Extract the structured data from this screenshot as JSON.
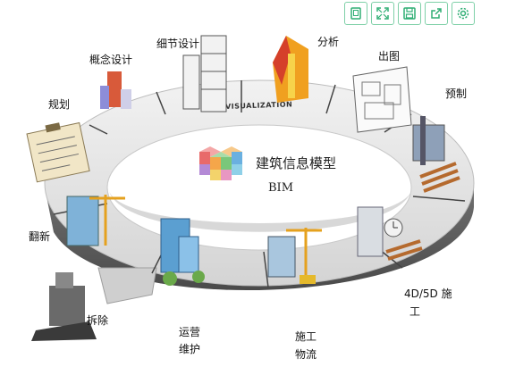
{
  "toolbar": {
    "buttons": [
      {
        "icon": "copy-icon"
      },
      {
        "icon": "expand-icon"
      },
      {
        "icon": "save-icon"
      },
      {
        "icon": "share-icon"
      },
      {
        "icon": "settings-icon"
      }
    ],
    "accent": "#2fae74"
  },
  "diagram": {
    "center_title": "建筑信息模型",
    "center_subtitle": "BIM",
    "ring_banner": "VISUALIZATION",
    "stages": [
      {
        "label": "概念设计"
      },
      {
        "label": "细节设计"
      },
      {
        "label": "分析"
      },
      {
        "label": "出图"
      },
      {
        "label": "预制"
      },
      {
        "label": "规划"
      },
      {
        "label": "翻新"
      },
      {
        "label": "拆除"
      },
      {
        "label": "运营"
      },
      {
        "label": "维护"
      },
      {
        "label": "施工"
      },
      {
        "label": "物流"
      },
      {
        "label": "4D/5D  施"
      },
      {
        "label": "工"
      }
    ],
    "colors": {
      "ring_top": "#e6e6e6",
      "ring_side": "#7a7a7a",
      "cube_red": "#e86a6a",
      "cube_orange": "#f5a64a",
      "cube_green": "#7ac77a",
      "cube_blue": "#6ab0e0",
      "cube_purple": "#b48ad6"
    }
  }
}
